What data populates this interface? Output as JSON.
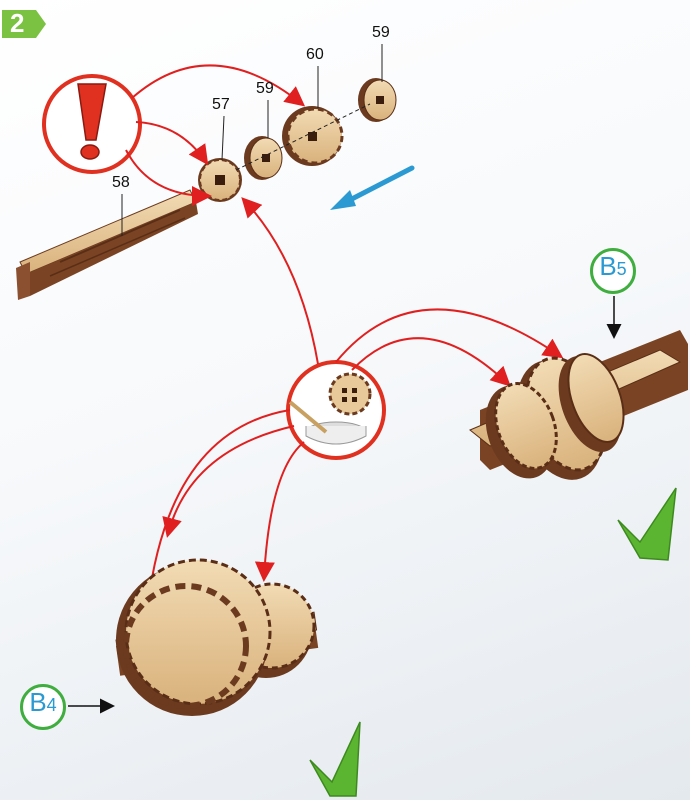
{
  "step": {
    "number": "2"
  },
  "parts": [
    {
      "id": "part-57",
      "label": "57"
    },
    {
      "id": "part-58",
      "label": "58"
    },
    {
      "id": "part-59a",
      "label": "59"
    },
    {
      "id": "part-60",
      "label": "60"
    },
    {
      "id": "part-59b",
      "label": "59"
    }
  ],
  "subassemblies": {
    "b5": {
      "letter": "B",
      "number": "5"
    },
    "b4": {
      "letter": "B",
      "number": "4"
    }
  },
  "colors": {
    "arrow": "#e02020",
    "warning": "#e03020",
    "accent_blue": "#2b9ad2",
    "check_green": "#5cb531",
    "badge_green": "#7cc242",
    "wood_light": "#e8c99a",
    "wood_dark": "#6b3a1f"
  },
  "icons": [
    "exclamation-icon",
    "direction-arrow-icon",
    "glue-pot-icon",
    "checkmark-icon"
  ]
}
